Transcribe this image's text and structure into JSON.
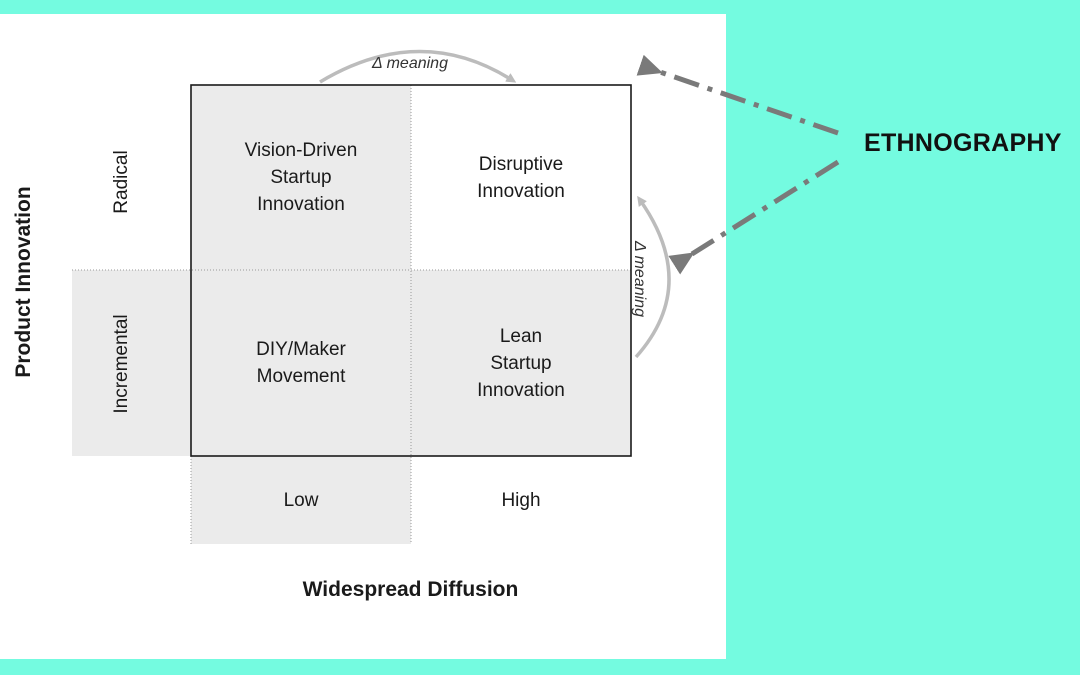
{
  "diagram": {
    "quadrants": {
      "top_left": "Vision-Driven\nStartup\nInnovation",
      "top_right": "Disruptive\nInnovation",
      "bottom_left": "DIY/Maker\nMovement",
      "bottom_right": "Lean\nStartup\nInnovation"
    },
    "y_axis": {
      "title": "Product Innovation",
      "levels": [
        "Radical",
        "Incremental"
      ]
    },
    "x_axis": {
      "title": "Widespread Diffusion",
      "levels": [
        "Low",
        "High"
      ]
    },
    "arrow_labels": {
      "top": "Δ meaning",
      "right": "Δ meaning"
    },
    "side_label": "ETHNOGRAPHY",
    "colors": {
      "background": "#74fbe0",
      "cell_gray": "#ebebeb",
      "arrow_gray": "#bcbcbc",
      "dash_arrow": "#7a7a7a"
    }
  }
}
